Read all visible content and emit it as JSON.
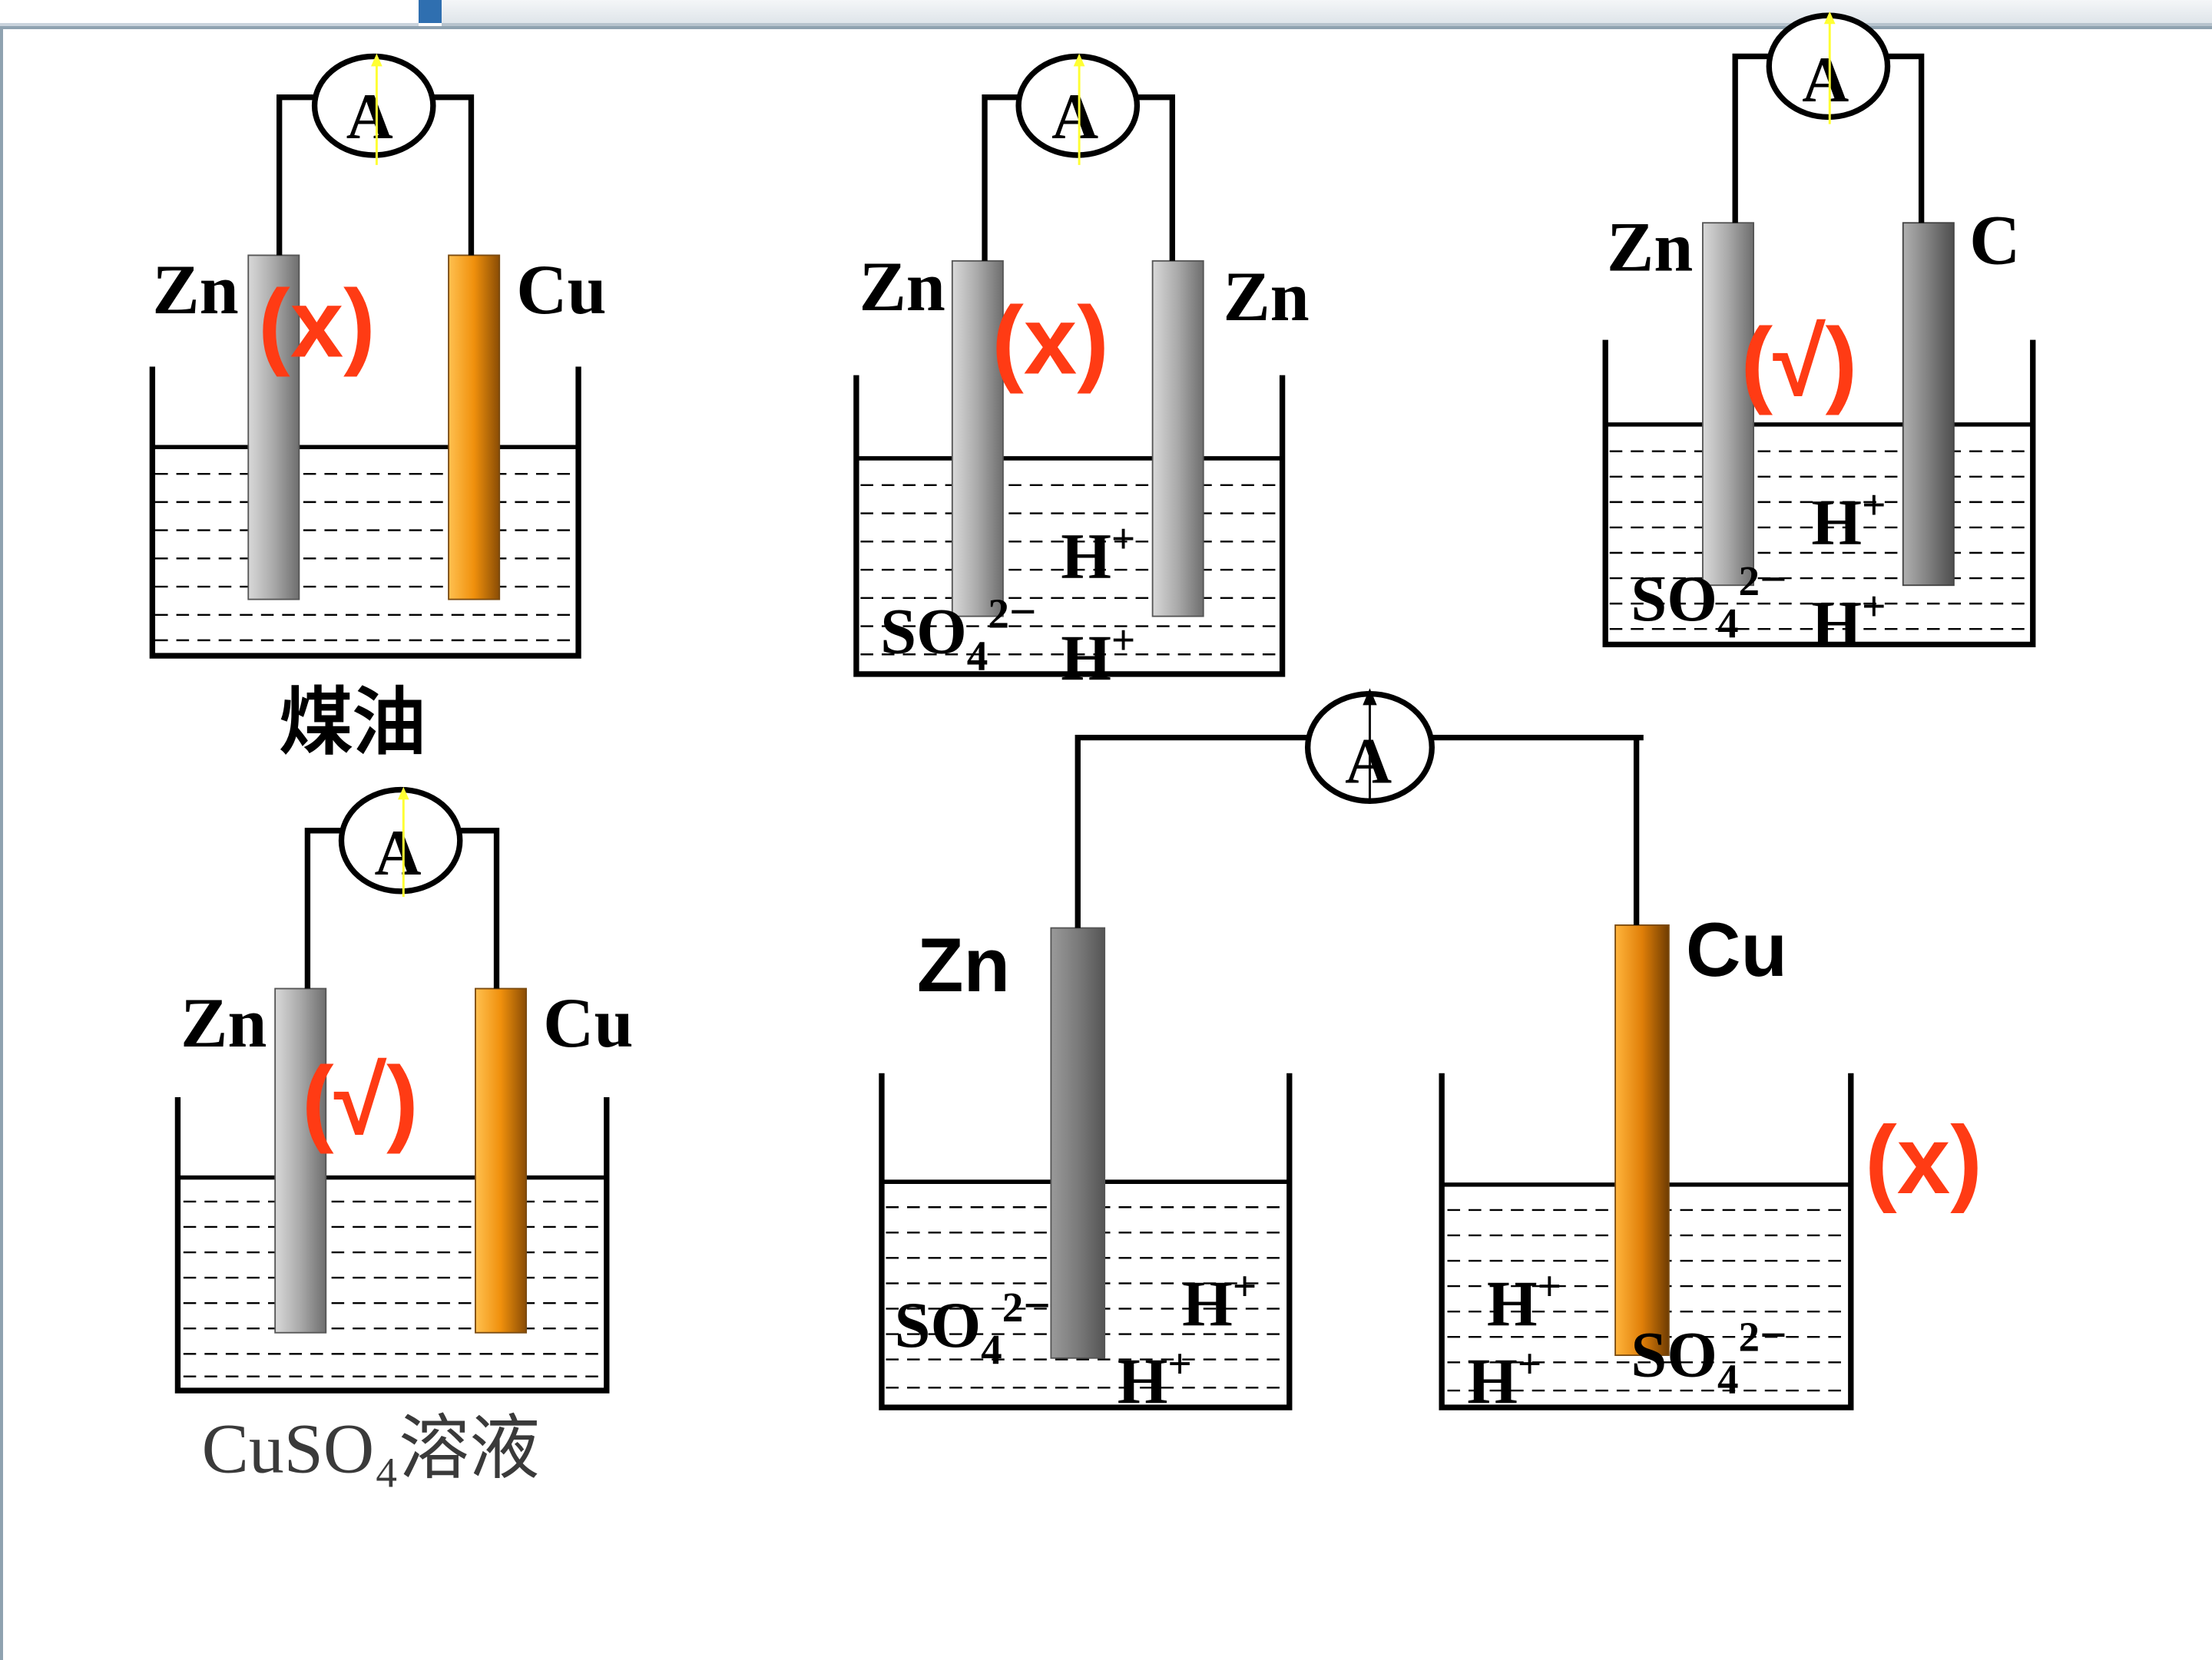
{
  "cells": [
    {
      "id": "cell-1",
      "left_electrode": "Zn",
      "right_electrode": "Cu",
      "mark": "(x)",
      "solution_label": "煤油",
      "ions": []
    },
    {
      "id": "cell-2",
      "left_electrode": "Zn",
      "right_electrode": "Zn",
      "mark": "(x)",
      "ions": [
        "H+",
        "SO42−",
        "H+"
      ]
    },
    {
      "id": "cell-3",
      "left_electrode": "Zn",
      "right_electrode": "C",
      "mark": "(√)",
      "ions": [
        "H+",
        "SO42−",
        "H+"
      ]
    },
    {
      "id": "cell-4",
      "left_electrode": "Zn",
      "right_electrode": "Cu",
      "mark": "(√)",
      "solution_label": "CuSO₄溶液",
      "ions": []
    },
    {
      "id": "cell-5",
      "left_electrode": "Zn",
      "right_electrode": "Cu",
      "mark": "(x)",
      "left_ions": [
        "SO42−",
        "H+",
        "H+"
      ],
      "right_ions": [
        "H+",
        "H+",
        "SO42−"
      ]
    }
  ],
  "meter_symbol": "A",
  "ion_text": {
    "h": "H",
    "plus": "+",
    "so": "SO",
    "sub4": "4",
    "sup2": "2",
    "minus": "−"
  },
  "colors": {
    "zinc": "#9a9a9a",
    "copper": "#e88f1a",
    "carbon": "#7a7a7a",
    "mark": "#ff3b14",
    "needle": "#ffff33"
  },
  "icons": [
    "ammeter-icon"
  ]
}
